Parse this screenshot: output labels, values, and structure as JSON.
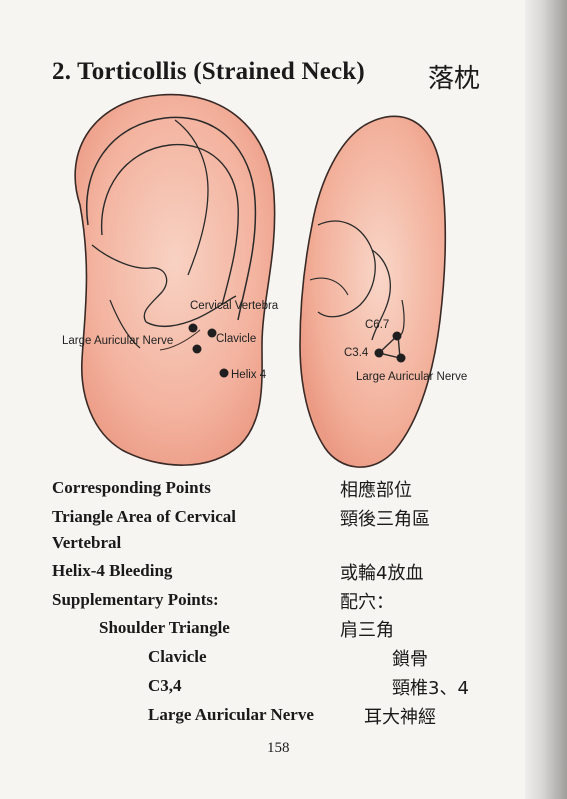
{
  "page": {
    "title": "2. Torticollis (Strained Neck)",
    "title_cn": "落枕",
    "page_number": "158"
  },
  "diagram": {
    "labels": {
      "cervical_vertebra": "Cervical Vertebra",
      "large_auricular_nerve_left": "Large Auricular Nerve",
      "clavicle": "Clavicle",
      "helix_4": "Helix 4",
      "c67": "C6.7",
      "c34": "C3.4",
      "large_auricular_nerve_right": "Large Auricular Nerve"
    },
    "colors": {
      "ear_fill": "#f3b29e",
      "ear_inner": "#f6c7b8",
      "outline": "#2a2a2a",
      "point": "#1f1f1f"
    }
  },
  "points": [
    {
      "en": "Corresponding Points",
      "cn": "相應部位"
    },
    {
      "en": "Triangle Area of Cervical",
      "cn": "頸後三角區"
    },
    {
      "en": "Vertebral",
      "cn": ""
    },
    {
      "en": "Helix-4 Bleeding",
      "cn": "或輪4放血"
    },
    {
      "en": "Supplementary Points:",
      "cn": "配穴："
    },
    {
      "en": "Shoulder Triangle",
      "cn": "肩三角"
    },
    {
      "en": "Clavicle",
      "cn": "鎖骨"
    },
    {
      "en": "C3,4",
      "cn": "頸椎3、4"
    },
    {
      "en": "Large Auricular Nerve",
      "cn": "耳大神經"
    }
  ]
}
